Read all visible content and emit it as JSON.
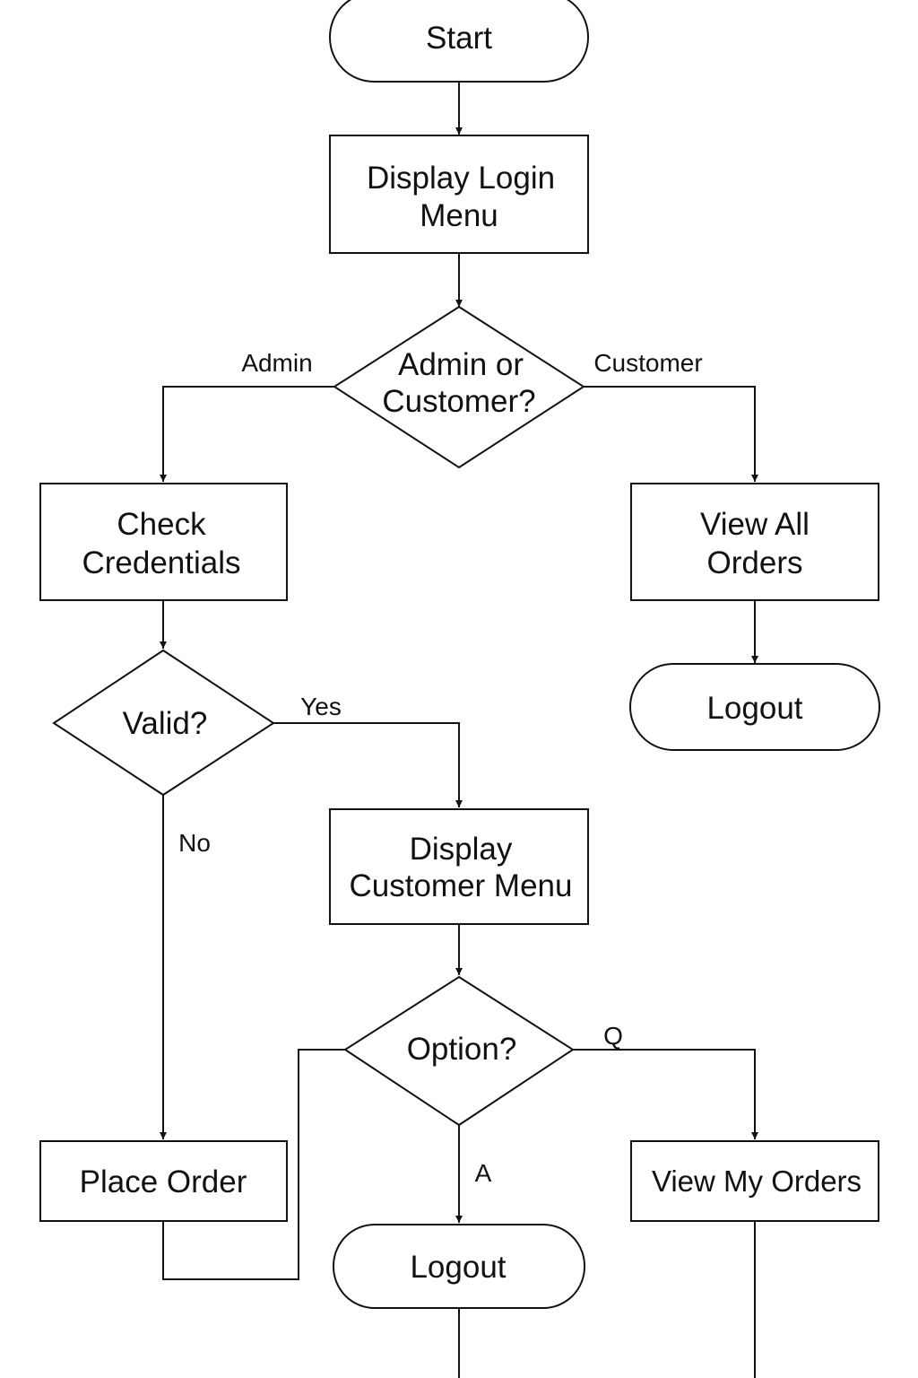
{
  "diagram": {
    "nodes": {
      "start": {
        "line1": "Start"
      },
      "display_login_menu": {
        "line1": "Display Login",
        "line2": "Menu"
      },
      "admin_or_customer": {
        "line1": "Admin or",
        "line2": "Customer?"
      },
      "check_credentials": {
        "line1": "Check",
        "line2": "Credentials"
      },
      "view_all_orders": {
        "line1": "View All",
        "line2": "Orders"
      },
      "logout_top": {
        "line1": "Logout"
      },
      "valid": {
        "line1": "Valid?"
      },
      "display_customer_menu": {
        "line1": "Display",
        "line2": "Customer Menu"
      },
      "option": {
        "line1": "Option?"
      },
      "place_order": {
        "line1": "Place Order"
      },
      "logout_bottom": {
        "line1": "Logout"
      },
      "view_my_orders": {
        "line1": "View My Orders"
      }
    },
    "edge_labels": {
      "admin": "Admin",
      "customer": "Customer",
      "yes": "Yes",
      "no": "No",
      "q": "Q",
      "a": "A"
    },
    "colors": {
      "stroke": "#111111",
      "fill": "#ffffff",
      "text": "#111111"
    }
  }
}
